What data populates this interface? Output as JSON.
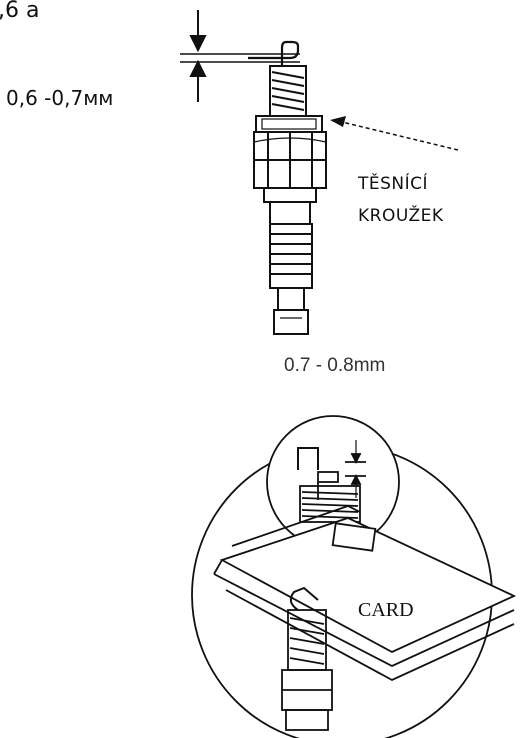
{
  "top_fragment": ",6 a",
  "gap_spec_top": "0,6 -0,7мм",
  "seal_label_line1": "Těsnící",
  "seal_label_line2": "kroužek",
  "gap_spec_bottom": "0.7 - 0.8mm",
  "card_label": "CARD",
  "colors": {
    "ink": "#111111",
    "background": "#ffffff"
  }
}
